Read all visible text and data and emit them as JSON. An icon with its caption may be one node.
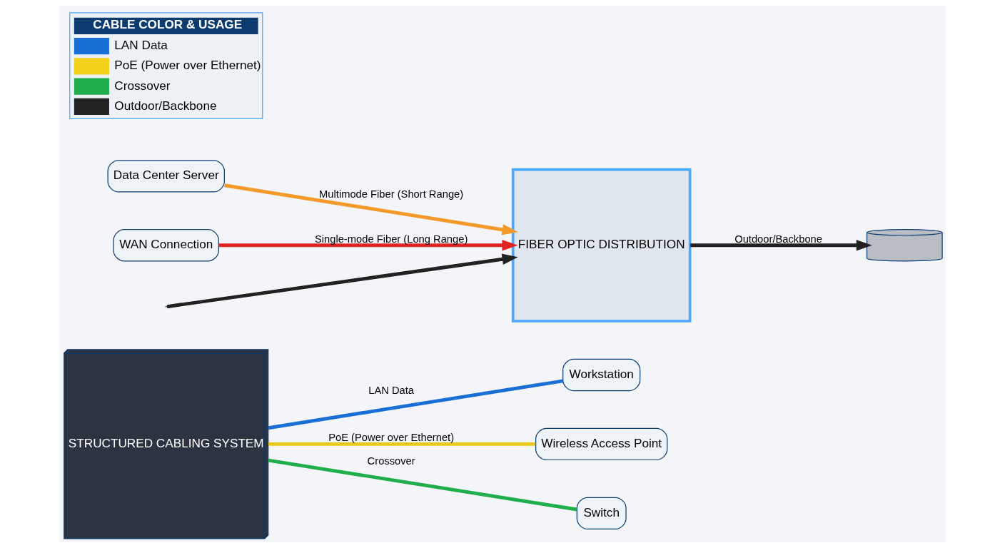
{
  "diagram": {
    "nodes": [
      {
        "text": [
          "STRUCTURED CABLING SYSTEM"
        ]
      },
      {
        "text": [
          "Workstation"
        ]
      },
      {
        "text": [
          "Wireless Access Point"
        ]
      },
      {
        "text": [
          "Switch"
        ]
      },
      {
        "text": [
          "FIBER OPTIC DISTRIBUTION"
        ]
      },
      {
        "text": [
          "Data Center Server"
        ]
      },
      {
        "text": [
          "WAN Connection"
        ]
      },
      {
        "text": [],
        "shape": "cylinder"
      }
    ],
    "edges": [
      {
        "from": 0,
        "to": 1,
        "arrow": "none",
        "label": "LAN Data",
        "color": "#1a6fd6"
      },
      {
        "from": 0,
        "to": 2,
        "arrow": "none",
        "label": "PoE (Power over Ethernet)",
        "color": "#e8c81a"
      },
      {
        "from": 0,
        "to": 3,
        "arrow": "none",
        "label": "Crossover",
        "color": "#1fae4b"
      },
      {
        "from": 5,
        "to": 4,
        "arrow": "to",
        "label": "Multimode Fiber (Short Range)",
        "color": "#f39a2a"
      },
      {
        "from": 6,
        "to": 4,
        "arrow": "to",
        "label": "Single-mode Fiber (Long Range)",
        "color": "#e02424"
      },
      {
        "from": 4,
        "to": 7,
        "arrow": "to",
        "label": "Outdoor/Backbone",
        "color": "#222222"
      },
      {
        "from": null,
        "to": 4,
        "arrow": "to",
        "color": "#222222"
      }
    ],
    "labels": [
      "CABLE COLOR & USAGE"
    ],
    "legend": [
      {
        "text": "LAN Data",
        "color": "#1a6fd6"
      },
      {
        "text": "PoE (Power over Ethernet)",
        "color": "#f2d21b"
      },
      {
        "text": "Crossover",
        "color": "#1fae4b"
      },
      {
        "text": "Outdoor/Backbone",
        "color": "#222222"
      }
    ]
  }
}
